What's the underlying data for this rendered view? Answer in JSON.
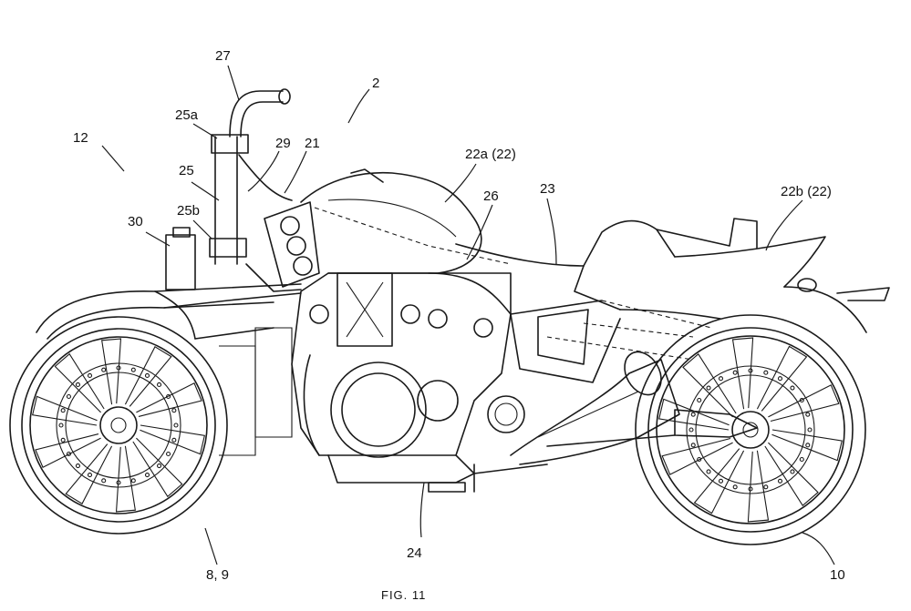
{
  "figure": {
    "caption": "FIG. 11"
  },
  "labels": {
    "l27": "27",
    "l2": "2",
    "l25a": "25a",
    "l12": "12",
    "l29": "29",
    "l21": "21",
    "l22a": "22a (22)",
    "l25": "25",
    "l26": "26",
    "l23": "23",
    "l22b": "22b (22)",
    "l25b": "25b",
    "l30": "30",
    "l24": "24",
    "l89": "8, 9",
    "l10": "10"
  }
}
